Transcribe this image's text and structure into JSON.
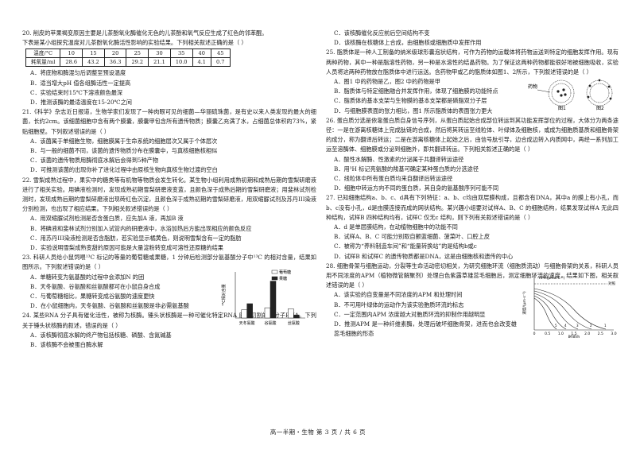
{
  "left": {
    "q20": {
      "stem1": "20. 削皮的苹果褐变原因主要是儿茶酚氧化酶催化无色的儿茶酚和氧气反应生成了红色的邻苯醌。",
      "stem2": "下表是某小组探究温度对儿茶酚氧化酶活性影响的实验结果。下列相关叙述正确的是（      ）",
      "table_header": "温度/°C",
      "temps": [
        "10",
        "15",
        "20",
        "25",
        "30",
        "35",
        "40",
        "45"
      ],
      "table_row_label": "耗氧量/ml",
      "values": [
        "28.6",
        "43.2",
        "36.3",
        "29.2",
        "21.1",
        "10.0",
        "4.1",
        "0.7"
      ],
      "options": [
        "A．将底物和酶混匀后调整至预设温度",
        "B．适当增大pH 值各组酶活性一定提高",
        "C．实验结束时15℃下溶液颜色最深",
        "D．推测该酶的最适温度在15-20℃之间"
      ]
    },
    "q21": {
      "stem": "21.《科学》杂志近日报道，生物学家们发现了一种肉眼可见的细菌—华丽硫珠菌，是有史以来人类发现的最大的细菌，长约2cm。该细菌细胞中含有两个膜囊，膜囊甲包含所有遗传物质；膜囊乙充满了水，占细菌总体积的73%，紧贴细胞壁。下列叙述错误的是（      ）",
      "options": [
        "A．该菌属于单细胞生物，细胞膜属于生命系统的细胞层次又属于个体层次",
        "B．与一般的细菌不同，该菌的遗传物质分布在膜囊中，与真核细胞核相似",
        "C．该菌的遗传物质用酶彻底水解后会得到5种产物",
        "D．可推测该菌的出现你补了进化过程中由原核生物向真核生物过渡的空白"
      ]
    },
    "q22": {
      "stem": "22. 雪梨成熟过程中，果实中的糖类等有机物等物质会发生转化。某生物小组利用成熟初期和成熟后期的雪梨研磨液进行了相关实验。用碘液检测时，发现成熟初期雪梨研磨液变蓝，且颜色深于成熟后期的雪梨研磨液；用斐林试剂检测时，发现成熟后期的雪梨研磨液出现砖红色沉淀，且颜色深于成熟初期的雪梨研磨液，用双缩脲试剂及苏丹III染液分别检测，也出现了相应结果。下列相关叙述错误的是（      ）",
      "options": [
        "A．用双缩脲试剂检测是否含蛋白质，应先加A 液，再加B 液",
        "B．将碘液和斐林试剂分别加入试管内的研磨液中，水浴加热后方能出现相应的颜色反应",
        "C．用苏丹III染液检测是否含脂肪，若实验显示橘黄色，则说明雪梨含有一定的脂肪",
        "D．实验说明雪梨成熟变甜的原因可能是大量淀粉转变成可溶性还原糖的结果"
      ]
    },
    "q23": {
      "stem": "23. 科研人员给小鼠饲喂¹³C 标记的等量的葡萄糖或果糖，1 分钟后检测部分氨基酸分子中¹³C 的相对含量，结果如图所示。下列叙述错误的是（      ）",
      "options": [
        "A．单糖转变为氨基酸的过程中会添加N 的团",
        "B．天冬氨酸、谷氨酸和丝氨酸都可在小鼠自身合成",
        "C．与葡萄糖相比，果糖转变成谷氨酸的速度更快",
        "D．在小鼠细胞内，天冬氨酸、谷氨酸和丝氨酸是非必需氨基酸"
      ]
    },
    "q24": {
      "stem": "24. 某些RNA 分子具有催化活性，被称为核酶。锤头状核酶是一种可催化特定RNA 底物切割的小分子RNA。下列关于锤头状核酶的叙述，错误的是（      ）",
      "options": [
        "A．该核酶彻底水解的终产物包括核糖、磷酸、含氮碱基",
        "B．该核酶不会被蛋白酶水解"
      ]
    }
  },
  "chart": {
    "chart_data": {
      "type": "bar",
      "categories": [
        "天冬氨酸",
        "谷氨酸",
        "丝氨酸"
      ],
      "series": [
        {
          "name": "葡萄糖",
          "values": [
            0.8,
            1.0,
            0.9
          ]
        },
        {
          "name": "果糖",
          "values": [
            1.4,
            3.6,
            0.3
          ]
        }
      ],
      "ylabel": "¹³C相对含量",
      "ylim": [
        0,
        4.5
      ],
      "legend": "top-right"
    },
    "ylabel_text": "¹³C相对含量",
    "legend_glucose": "葡萄糖",
    "legend_fructose": "果糖",
    "colors": {
      "glucose": "#ffffff",
      "fructose": "#222222"
    }
  },
  "right": {
    "q24_cont": {
      "options": [
        "C．该核酶催化反应前后空间结构不变",
        "D．该核酶在核糖体上合成，由细胞核或细胞质中发挥作用"
      ]
    },
    "q25": {
      "stem": "25. 脂质体是一种人工制备的纳米级球形囊泡状结构，可作为药物的运载体将药物运送到特定的细胞发挥作用。现有两种药物，其中一种是脂溶性药物，另一种是水溶性的结晶药物。为了保证这两种药物都能很好地被细胞吸收，实验人员将这两种药物放在脂质体中进行运送。含药物甲或乙的脂质体如图1、2所示，下列叙述错误的是（      ）",
      "fig_label_left": "药物",
      "fig1": "图1",
      "fig2": "图2",
      "options": [
        "A．图1 中的药物是乙，图2 中的药物是甲",
        "B．脂质体与特定细胞融合并发挥作用，体现了细胞膜的功能特点",
        "C．脂质体的基本支架与生物膜的基本支架都是磷脂双分子层",
        "D．与细胞膜表面的张力相比，图1 所示脂质体的表面张力更大"
      ]
    },
    "q26": {
      "stem": "26. 蛋白质分选是依靠蛋白质自身信号序列，从蛋白质起始合成部位转运到其功能发挥部位的过程，大体分为两条途径：一是在游离核糖体上完成肽链的合成，然后将其转运至线粒体、叶绿体及细胞核，或成为细胞质基质和细胞骨架的成分，称为翻译后转运；二是在游离核糖体上起始之后，由信号肽引导，边合成边转入内质网中，再经一系列加工运至溶酶体、细胞膜或分泌到细胞外，即共翻译转运。下列相关叙述正确的是（      ）",
      "options": [
        "A．酸性水解酶、性激素的分泌属于共翻译转运途径",
        "B．用³H 标记亮氨酸的羧基可确定某种蛋白质的分选途径",
        "C．线粒体中所有蛋白质均来自翻译后转运途径",
        "D．细胞中转运方向不同的蛋白质，其自身的氨基酸序列可能不同"
      ]
    },
    "q27": {
      "stem": "27. 已知细胞结构a、b、c、d具有下列特征：a、b、c均由双层膜构成，且都含有DNA，其中a 的膜上有小孔，而b、c没有小孔，d是由膜连接而成的网状结构。某兴趣小组要对试样A、B、C 的细胞结构，结果发现试样A 无此四种结构，试样B 四种结构均有，试样C 仅无c 结构，则下列有关叙述错误的是（      ）",
      "options": [
        "A．d 是单层膜结构，在动植物细胞中的功能不同",
        "B．试样A、B、C 可能分别取自颤蓝细菌、菠菜叶、口腔上皮",
        "C．被称为“养料制造车间”和“能量转换站”的是结构b或c",
        "D．试样B 和试样C 的遗传物质都是DNA，这是由细胞核和遗传的中心"
      ]
    },
    "q28": {
      "stem": "28. 细胞骨架与细胞运动，分裂等生命活动密切相关，为研究细胞环流（细胞质流动）与细胞骨架的关系，科研人员用不同浓度的APM（植物微管解聚剂）处理白色紫露草雄蕊毛细胞后，测定细胞环流的速度，结果如下图，相关叙述错误的是（      ）",
      "options": [
        "A．该实验的自变量是不同浓度的APM 和处理时间",
        "B．不可用叶绿体的运动作为该实验胞质环流的标志",
        "C．一定范围内APM 浓度越大对胞质环流的抑制作用越明显",
        "D．推测APM 是一种纤维素酶，处理后破坏细胞骨架，进而也会改变雄蕊毛细胞的形态"
      ]
    },
    "curve": {
      "chart_data": {
        "type": "line",
        "xlabel": "时间/h",
        "ylabel": "速度/(μm·s⁻¹)",
        "x_ticks": [
          "0",
          "0.5",
          "1.0",
          "1.5",
          "2.0",
          "2.5",
          "3.0"
        ],
        "legend_title": "APM(μmol·L⁻¹)",
        "control_label": "对照",
        "series_labels": [
          "1",
          "2",
          "3",
          "4",
          "5"
        ],
        "ylim": [
          0,
          8
        ],
        "xlim": [
          0,
          3.0
        ]
      }
    }
  },
  "footer": "高一半期・生物   第 3 页 / 共 6 页"
}
